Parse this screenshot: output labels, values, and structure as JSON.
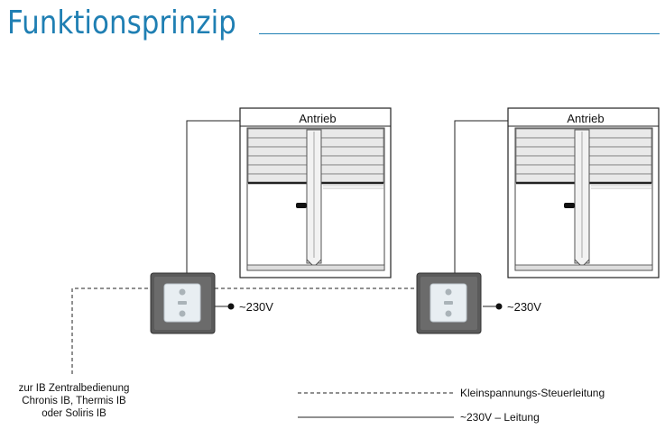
{
  "title": "Funktionsprinzip",
  "units": [
    {
      "drive_label": "Antrieb",
      "power_label": "~230V"
    },
    {
      "drive_label": "Antrieb",
      "power_label": "~230V"
    }
  ],
  "note_lines": [
    "zur IB Zentralbedienung",
    "Chronis IB, Thermis IB",
    "oder Soliris IB"
  ],
  "legend": {
    "dashed_label": "Kleinspannungs-Steuerleitung",
    "solid_label": "~230V – Leitung"
  },
  "colors": {
    "title": "#1f7fb3",
    "switch_frame": "#555555",
    "switch_face": "#e8eef2"
  }
}
